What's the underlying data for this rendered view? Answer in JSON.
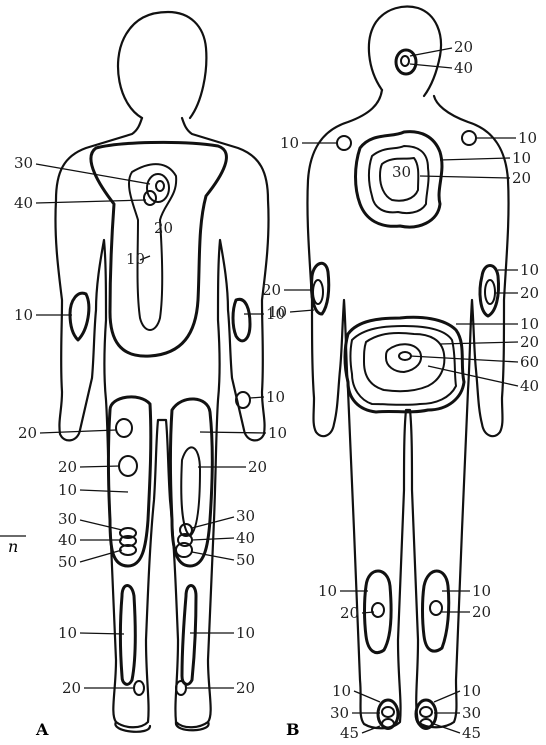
{
  "figure": {
    "panel_a": "A",
    "panel_b": "B",
    "edge_fragment": "n"
  },
  "labels_a": [
    "30",
    "40",
    "20",
    "10",
    "10",
    "10",
    "10",
    "20",
    "10",
    "20",
    "20",
    "10",
    "30",
    "40",
    "50",
    "30",
    "40",
    "50",
    "10",
    "10",
    "20",
    "20"
  ],
  "labels_b": [
    "20",
    "40",
    "10",
    "10",
    "10",
    "30",
    "20",
    "20",
    "10",
    "10",
    "20",
    "10",
    "20",
    "60",
    "40",
    "10",
    "20",
    "10",
    "20",
    "10",
    "30",
    "45",
    "10",
    "30",
    "45"
  ]
}
